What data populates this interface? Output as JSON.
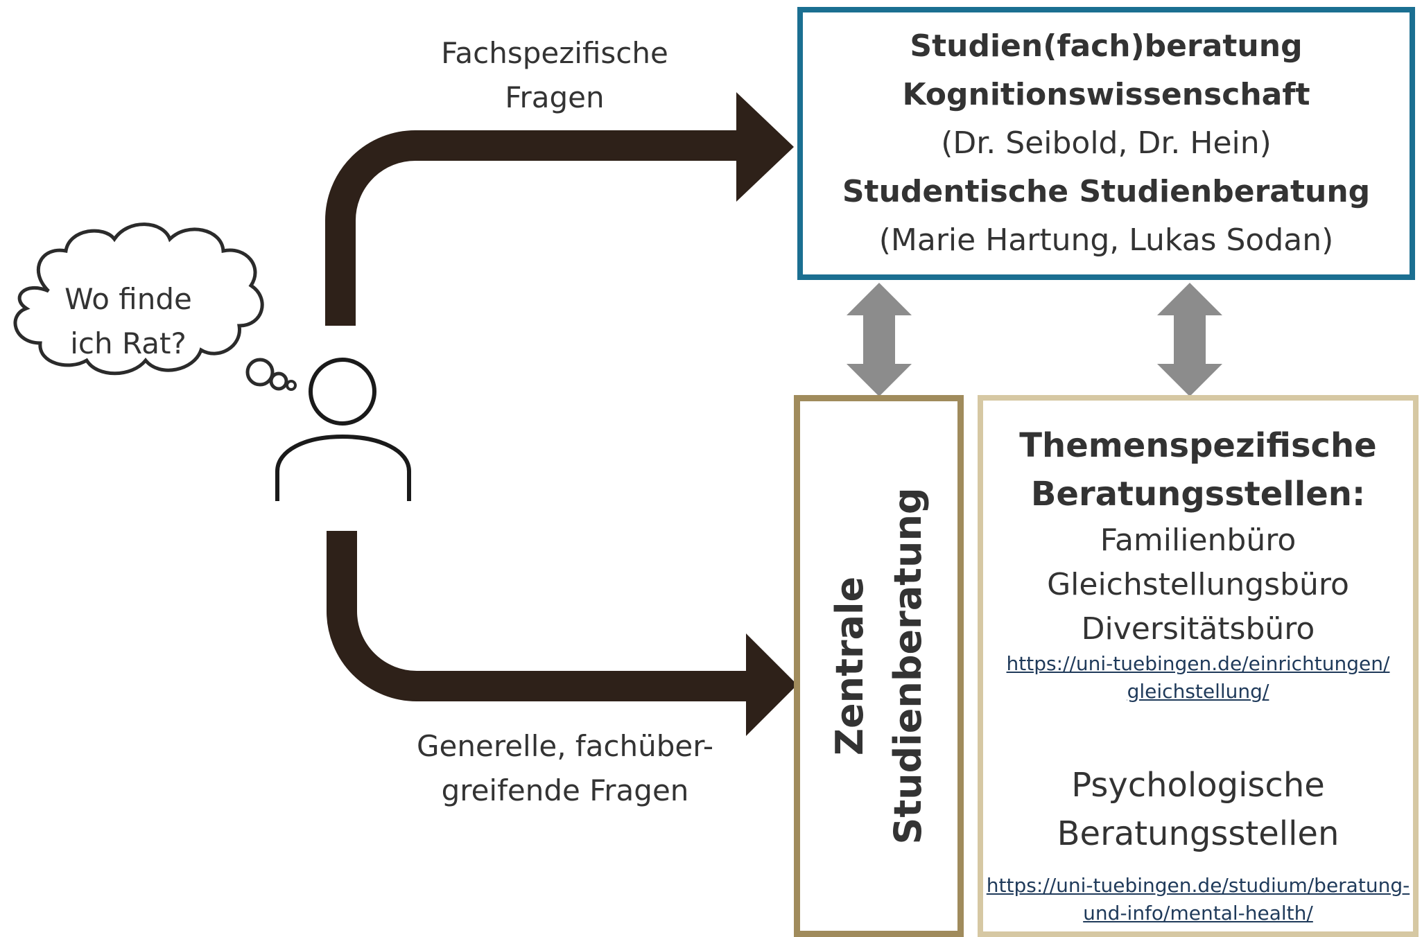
{
  "colors": {
    "arrow": "#2e2119",
    "double_arrow": "#8c8c8c",
    "top_box_border": "#1b6f91",
    "zentral_box_border": "#a08b5c",
    "themen_box_border": "#d6c8a3",
    "text": "#333333",
    "link": "#1f3a5a"
  },
  "thought_bubble": {
    "line1": "Wo finde",
    "line2": "ich Rat?"
  },
  "arrow_labels": {
    "top": {
      "line1": "Fachspezifische",
      "line2": "Fragen"
    },
    "bottom": {
      "line1": "Generelle, fachüber-",
      "line2": "greifende Fragen"
    }
  },
  "top_box": {
    "title_line1": "Studien(fach)beratung",
    "title_line2": "Kognitionswissenschaft",
    "contacts1": "(Dr. Seibold, Dr. Hein)",
    "subtitle": "Studentische Studienberatung",
    "contacts2": "(Marie Hartung, Lukas Sodan)"
  },
  "zentral_box": {
    "line1": "Zentrale",
    "line2": "Studienberatung"
  },
  "themen_box": {
    "title_line1": "Themenspezifische",
    "title_line2": "Beratungsstellen:",
    "items": [
      "Familienbüro",
      "Gleichstellungsbüro",
      "Diversitätsbüro"
    ],
    "link1_line1": "https://uni-tuebingen.de/einrichtungen/",
    "link1_line2": "gleichstellung/",
    "psych_line1": "Psychologische",
    "psych_line2": "Beratungsstellen",
    "link2_line1": "https://uni-tuebingen.de/studium/beratung-",
    "link2_line2": "und-info/mental-health/"
  },
  "icons": {
    "person": "person-icon",
    "thought": "thought-bubble-icon",
    "double_arrow": "double-arrow-icon"
  }
}
